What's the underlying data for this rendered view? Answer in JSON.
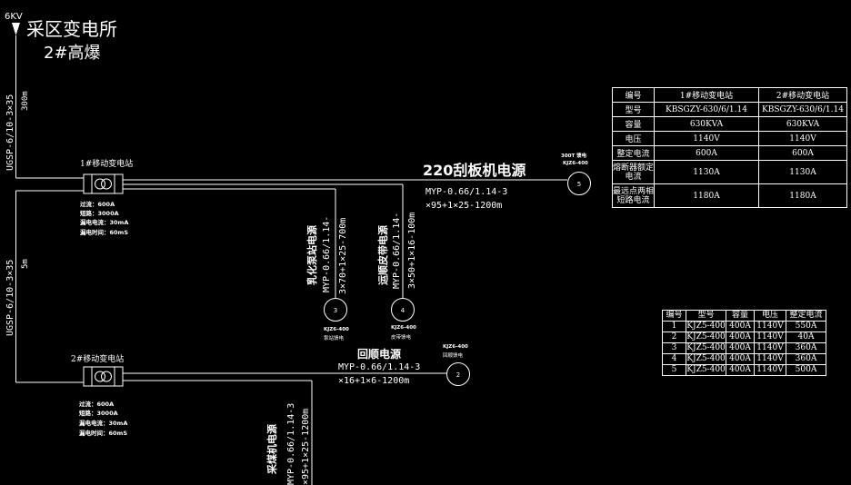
{
  "header": {
    "voltage": "6KV",
    "title": "采区变电所",
    "subtitle": "2#高爆"
  },
  "feeder_cables": {
    "top_cable": "UGSP-6/10-3×35",
    "top_length": "300m",
    "bottom_cable": "UGSP-6/10-3×35",
    "bottom_length": "5m"
  },
  "station1": {
    "label": "1#移动变电站",
    "params": [
      "过流：600A",
      "短路：3000A",
      "漏电电流：30mA",
      "漏电时间：60mS"
    ]
  },
  "station2": {
    "label": "2#移动变电站",
    "params": [
      "过流：600A",
      "短路：3000A",
      "漏电电流：30mA",
      "漏电时间：60mS"
    ]
  },
  "branches": {
    "conveyor": {
      "title": "220刮板机电源",
      "cable1": "MYP-0.66/1.14-3",
      "cable2": "×95+1×25-1200m",
      "feeder_label1": "300T 馈电",
      "feeder_label2": "KJZ6-400",
      "node": "5"
    },
    "pump": {
      "title": "乳化泵站电源",
      "cable1": "MYP-0.66/1.14-",
      "cable2": "3×70+1×25-700m",
      "node": "3",
      "feeder_label1": "KJZ6-400",
      "feeder_label2": "泵站馈电"
    },
    "belt": {
      "title": "运顺皮带电源",
      "cable1": "MYP-0.66/1.14-",
      "cable2": "3×50+1×16-100m",
      "node": "4",
      "feeder_label1": "KJZ6-400",
      "feeder_label2": "皮带馈电"
    },
    "return": {
      "title": "回顺电源",
      "cable1": "MYP-0.66/1.14-3",
      "cable2": "×16+1×6-1200m",
      "node": "2",
      "feeder_label1": "KJZ6-400",
      "feeder_label2": "回顺馈电"
    },
    "shearer": {
      "title": "采煤机电源",
      "cable1": "MYP-0.66/1.14-3",
      "cable2": "×95+1×25-1200m"
    }
  },
  "table1": {
    "headers": [
      "编号",
      "1#移动变电站",
      "2#移动变电站"
    ],
    "rows": [
      [
        "型号",
        "KBSGZY-630/6/1.14",
        "KBSGZY-630/6/1.14"
      ],
      [
        "容量",
        "630KVA",
        "630KVA"
      ],
      [
        "电压",
        "1140V",
        "1140V"
      ],
      [
        "整定电流",
        "600A",
        "600A"
      ],
      [
        "熔断器额定电流",
        "1130A",
        "1130A"
      ],
      [
        "最远点两相短路电流",
        "1180A",
        "1180A"
      ]
    ]
  },
  "table2": {
    "headers": [
      "编号",
      "型号",
      "容量",
      "电压",
      "整定电流"
    ],
    "rows": [
      [
        "1",
        "KJZ5-400",
        "400A",
        "1140V",
        "550A"
      ],
      [
        "2",
        "KJZ5-400",
        "400A",
        "1140V",
        "40A"
      ],
      [
        "3",
        "KJZ5-400",
        "400A",
        "1140V",
        "360A"
      ],
      [
        "4",
        "KJZ5-400",
        "400A",
        "1140V",
        "360A"
      ],
      [
        "5",
        "KJZ5-400",
        "400A",
        "1140V",
        "500A"
      ]
    ]
  }
}
